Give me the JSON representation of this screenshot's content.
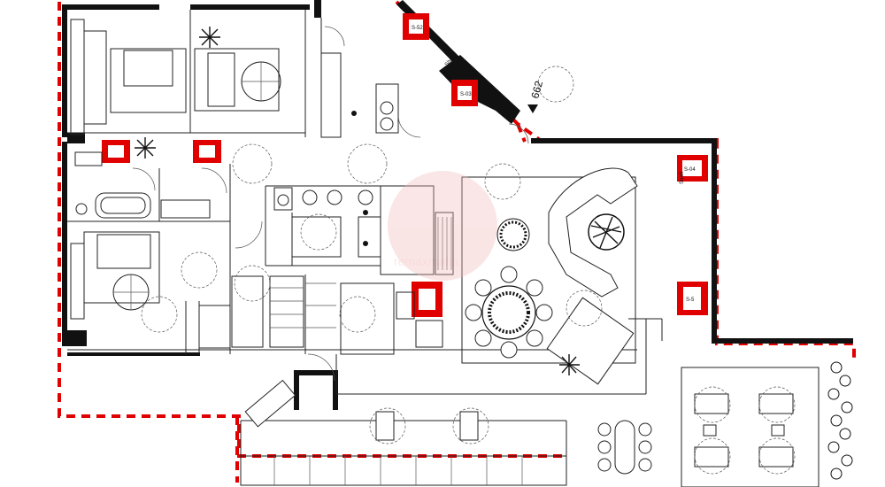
{
  "plan": {
    "level_marker": "662",
    "core_labels": [
      "S-52",
      "S-03",
      "S-04",
      "S-5"
    ],
    "small_notes": [
      "Shaft",
      "Shaft"
    ]
  },
  "watermark": {
    "text": "remaxmalta"
  },
  "colors": {
    "wall": "#111111",
    "boundary_dash": "#e00000",
    "watermark": "#e88888"
  }
}
